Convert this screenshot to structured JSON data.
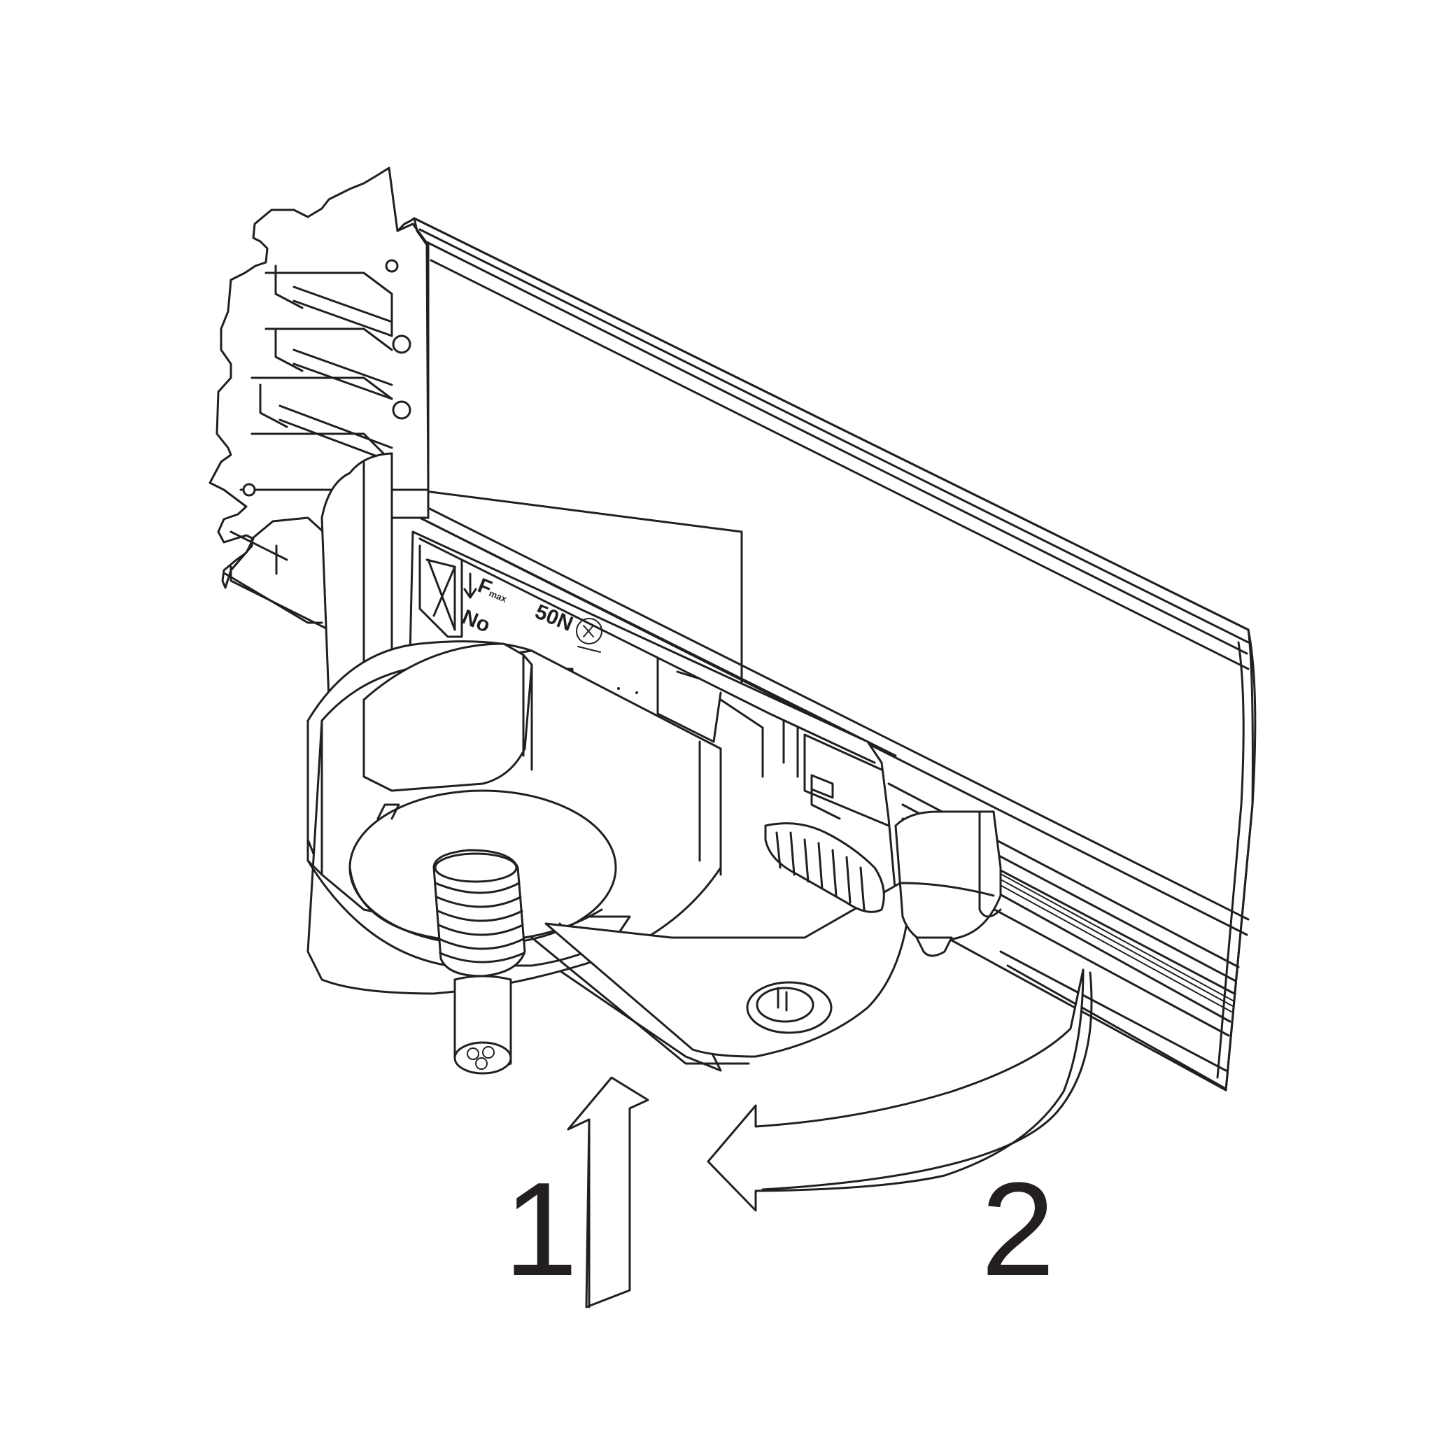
{
  "diagram": {
    "steps": [
      {
        "number": "1",
        "action": "push-up"
      },
      {
        "number": "2",
        "action": "rotate"
      }
    ],
    "adapter_label": {
      "force_symbol": "F",
      "force_subscript": "max",
      "force_value": "50N",
      "mark_text": "No"
    },
    "colors": {
      "line": "#231f20",
      "fill": "#ffffff"
    }
  }
}
